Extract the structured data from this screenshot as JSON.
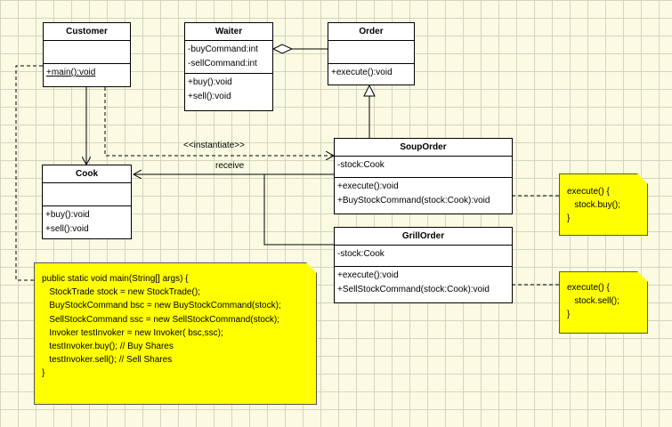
{
  "classes": {
    "customer": {
      "name": "Customer",
      "attributes": [],
      "operations": [
        "+main():void"
      ]
    },
    "waiter": {
      "name": "Waiter",
      "attributes": [
        "-buyCommand:int",
        "-sellCommand:int"
      ],
      "operations": [
        "+buy():void",
        "+sell():void"
      ]
    },
    "order": {
      "name": "Order",
      "attributes": [],
      "operations": [
        "+execute():void"
      ]
    },
    "cook": {
      "name": "Cook",
      "attributes": [],
      "operations": [
        "+buy():void",
        "+sell():void"
      ]
    },
    "soup_order": {
      "name": "SoupOrder",
      "attributes": [
        "-stock:Cook"
      ],
      "operations": [
        "+execute():void",
        "+BuyStockCommand(stock:Cook):void"
      ]
    },
    "grill_order": {
      "name": "GrillOrder",
      "attributes": [
        "-stock:Cook"
      ],
      "operations": [
        "+execute():void",
        "+SellStockCommand(stock:Cook):void"
      ]
    }
  },
  "labels": {
    "instantiate": "<<instantiate>>",
    "receive": "receive"
  },
  "notes": {
    "main_code": [
      "public static void main(String[] args) {",
      "   StockTrade stock = new StockTrade();",
      "   BuyStockCommand bsc = new BuyStockCommand(stock);",
      "   SellStockCommand ssc = new SellStockCommand(stock);",
      "   Invoker testInvoker = new Invoker( bsc,ssc);",
      "   testInvoker.buy(); // Buy Shares",
      "   testInvoker.sell(); // Sell Shares",
      "}"
    ],
    "soup_execute": [
      "execute() {",
      "   stock.buy();",
      "}"
    ],
    "grill_execute": [
      "execute() {",
      "   stock.sell();",
      "}"
    ]
  },
  "colors": {
    "note_fill": "#ffff00",
    "grid_line": "#d4d4c0",
    "background": "#fbfbe3"
  }
}
